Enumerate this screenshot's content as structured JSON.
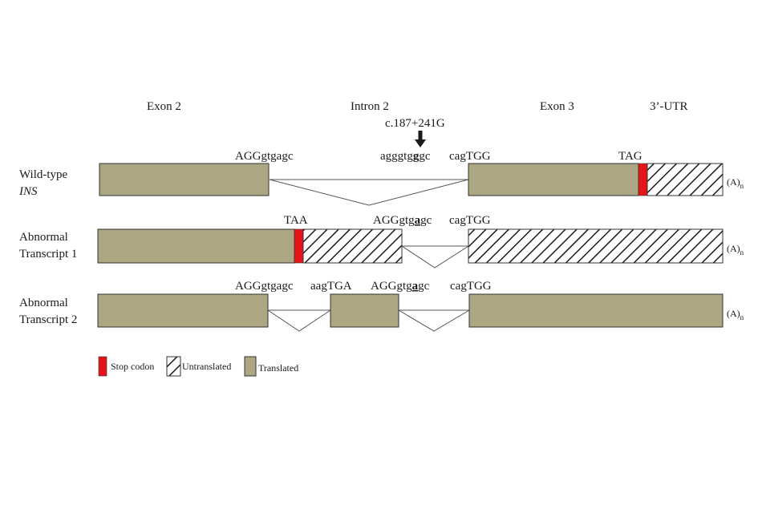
{
  "regions": {
    "exon2": "Exon 2",
    "intron2": "Intron 2",
    "exon3": "Exon 3",
    "utr3": "3’-UTR"
  },
  "mutation": "c.187+241G",
  "rows": {
    "wildtype": {
      "label_line1": "Wild-type",
      "label_line2": "INS",
      "seq_donor": "AGGgtgagc",
      "seq_intron_pre": "agggtg",
      "seq_intron_mut": "g",
      "seq_intron_post": "gc",
      "seq_acceptor": "cagTGG",
      "stop": "TAG",
      "polyA": "(A)",
      "polyA_sub": "n"
    },
    "abnormal1": {
      "label_line1": "Abnormal",
      "label_line2": "Transcript 1",
      "stop": "TAA",
      "seq_donor_pre": "AGGgtg",
      "seq_donor_mut": "a",
      "seq_donor_post": "gc",
      "seq_acceptor": "cagTGG",
      "polyA": "(A)",
      "polyA_sub": "n"
    },
    "abnormal2": {
      "label_line1": "Abnormal",
      "label_line2": "Transcript 2",
      "seq_donor1": "AGGgtgagc",
      "seq_acceptor1": "aagTGA",
      "seq_donor2_pre": "AGGgtg",
      "seq_donor2_mut": "a",
      "seq_donor2_post": "gc",
      "seq_acceptor2": "cagTGG",
      "polyA": "(A)",
      "polyA_sub": "n"
    }
  },
  "legend": {
    "stop": "Stop codon",
    "untranslated": "Untranslated",
    "translated": "Translated"
  },
  "colors": {
    "translated": "#aca682",
    "stop": "#e5141a",
    "outline": "#333333"
  }
}
